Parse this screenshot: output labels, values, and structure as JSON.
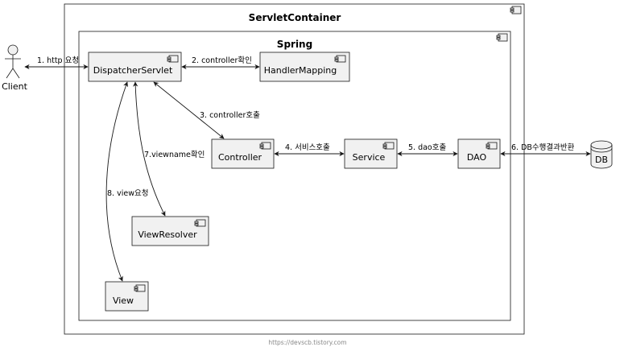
{
  "containers": {
    "servlet": "ServletContainer",
    "spring": "Spring"
  },
  "actors": {
    "client": "Client"
  },
  "components": {
    "dispatcher": "DispatcherServlet",
    "handler_mapping": "HandlerMapping",
    "controller": "Controller",
    "service": "Service",
    "dao": "DAO",
    "view_resolver": "ViewResolver",
    "view": "View"
  },
  "database": {
    "db": "DB"
  },
  "edges": {
    "e1": "1. http 요청",
    "e2": "2. controller확인",
    "e3": "3. controller호출",
    "e4": "4. 서비스호출",
    "e5": "5. dao호출",
    "e6": "6. DB수행결과반환",
    "e7": "7.viewname확인",
    "e8": "8. view요청"
  },
  "footer": "https://devscb.tistory.com"
}
